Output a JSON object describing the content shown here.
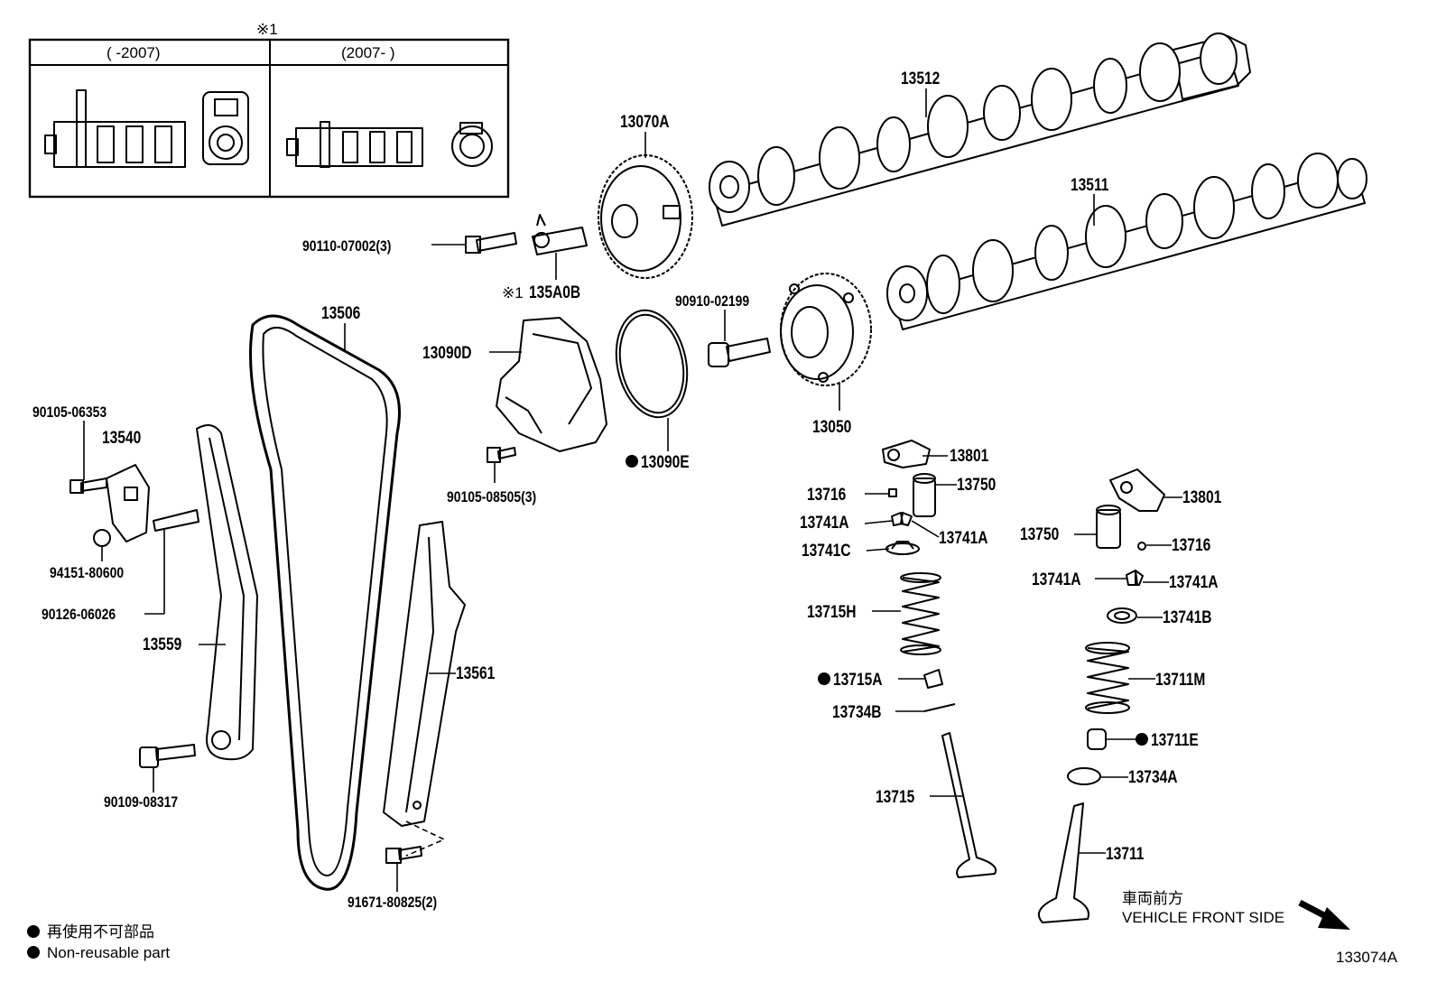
{
  "inset": {
    "marker": "※1",
    "left_header": "(      -2007)",
    "right_header": "(2007-      )"
  },
  "labels": {
    "p13512": "13512",
    "p13511": "13511",
    "p13070A": "13070A",
    "p90110": "90110-07002(3)",
    "p135A0B": "135A0B",
    "p135A0B_mark": "※1",
    "p13506": "13506",
    "p90910": "90910-02199",
    "p13090D": "13090D",
    "p13050": "13050",
    "p90105_06353": "90105-06353",
    "p13540": "13540",
    "p13090E": "13090E",
    "p90105_08505": "90105-08505(3)",
    "p13801a": "13801",
    "p13716a": "13716",
    "p13750a": "13750",
    "p13801b": "13801",
    "p13741A_1": "13741A",
    "p13741A_2": "13741A",
    "p13750b": "13750",
    "p13716b": "13716",
    "p13741C": "13741C",
    "p94151": "94151-80600",
    "p13741A_3": "13741A",
    "p13741A_4": "13741A",
    "p90126": "90126-06026",
    "p13715H": "13715H",
    "p13741B": "13741B",
    "p13559": "13559",
    "p13561": "13561",
    "p13715A": "13715A",
    "p13711M": "13711M",
    "p13734B": "13734B",
    "p13711E": "13711E",
    "p90109": "90109-08317",
    "p13734A": "13734A",
    "p13715": "13715",
    "p13711": "13711",
    "p91671": "91671-80825(2)"
  },
  "legend": {
    "line1": "再使用不可部品",
    "line2": "Non-reusable part"
  },
  "orientation": {
    "jp": "車両前方",
    "en": "VEHICLE FRONT SIDE"
  },
  "figure_id": "133074A",
  "colors": {
    "ink": "#000000",
    "background": "#ffffff"
  }
}
